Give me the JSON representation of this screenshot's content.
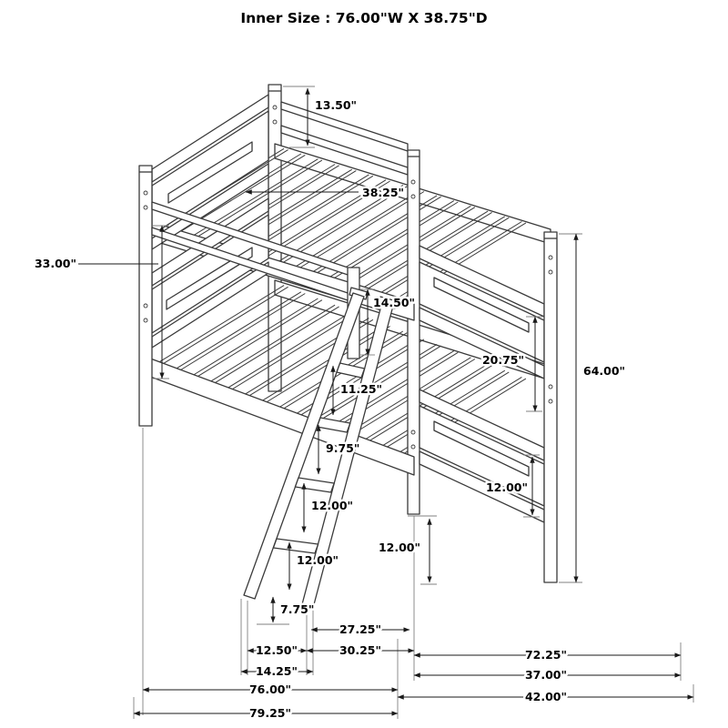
{
  "title": "Inner Size : 76.00\"W X 38.75\"D",
  "colors": {
    "line": "#3a3a3a",
    "dimension": "#1a1a1a",
    "background": "#ffffff"
  },
  "dims": {
    "d1350": "13.50\"",
    "d3825": "38.25\"",
    "d3300": "33.00\"",
    "d1450": "14.50\"",
    "d2075": "20.75\"",
    "d6400": "64.00\"",
    "d1125": "11.25\"",
    "d0975": "9.75\"",
    "d1200a": "12.00\"",
    "d1200b": "12.00\"",
    "d0775": "7.75\"",
    "d1200c": "12.00\"",
    "d1200d": "12.00\"",
    "d2725": "27.25\"",
    "d1250": "12.50\"",
    "d3025": "30.25\"",
    "d1425": "14.25\"",
    "d7225": "72.25\"",
    "d3700": "37.00\"",
    "d7600": "76.00\"",
    "d4200": "42.00\"",
    "d7925": "79.25\""
  }
}
